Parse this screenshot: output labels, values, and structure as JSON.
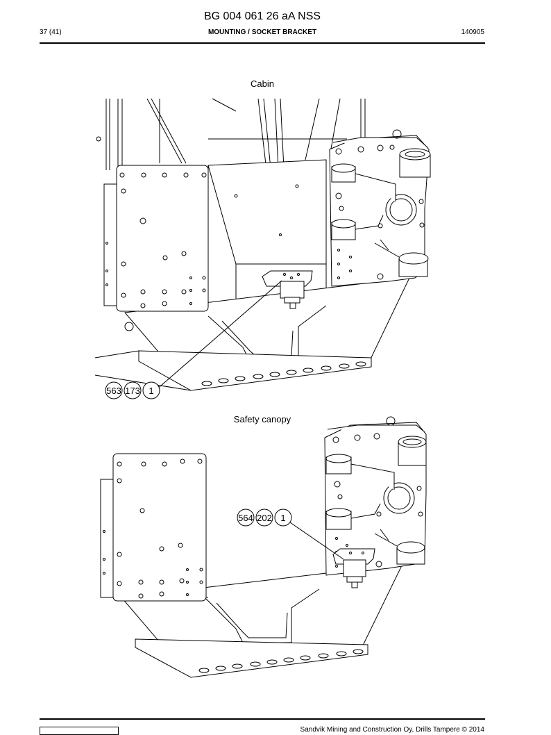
{
  "header": {
    "doc_code": "BG 004 061 26 aA NSS",
    "page": "37 (41)",
    "title": "MOUNTING / SOCKET BRACKET",
    "date": "140905"
  },
  "sections": {
    "cabin": {
      "label": "Cabin",
      "ref": [
        "563",
        "173",
        "1"
      ]
    },
    "canopy": {
      "label": "Safety canopy",
      "ref": [
        "564",
        "202",
        "1"
      ]
    }
  },
  "footer": {
    "copyright": "Sandvik Mining and Construction Oy, Drills Tampere © 2014"
  }
}
